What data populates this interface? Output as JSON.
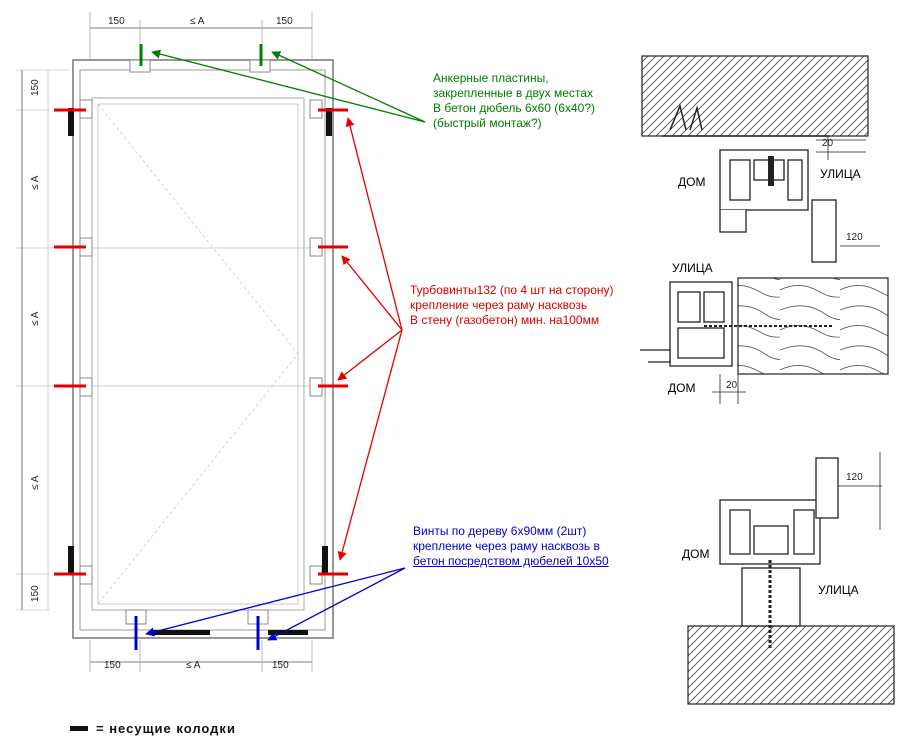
{
  "dimensions": {
    "top": [
      "150",
      "≤ A",
      "150"
    ],
    "bottom": [
      "150",
      "≤ A",
      "150"
    ],
    "left": [
      "150",
      "≤ A",
      "≤ A",
      "≤ A",
      "150"
    ]
  },
  "notes": {
    "anchor_plates": [
      "Анкерные пластины,",
      "закрепленные в двух местах",
      "В бетон дюбель 6х60 (6х40?)",
      "(быстрый монтаж?)"
    ],
    "turbo_screws": [
      "Турбовинты132 (по 4 шт на сторону)",
      "крепление через раму насквозь",
      "В стену (газобетон) мин. на100мм"
    ],
    "wood_screws": [
      "Винты по дереву 6х90мм (2шт)",
      "крепление через раму насквозь в",
      "бетон посредством дюбелей 10х50"
    ]
  },
  "sections": {
    "top": {
      "inside": "ДОМ",
      "outside": "УЛИЦА",
      "dim_a": "20",
      "dim_b": "120"
    },
    "middle": {
      "inside": "ДОМ",
      "outside": "УЛИЦА",
      "dim_a": "20"
    },
    "bottom": {
      "inside": "ДОМ",
      "outside": "УЛИЦА",
      "dim_b": "120"
    }
  },
  "legend": {
    "text": "= несущие колодки"
  },
  "colors": {
    "anchor": "#008000",
    "turbo": "#e00000",
    "wood": "#0000cc",
    "block": "#111111"
  }
}
